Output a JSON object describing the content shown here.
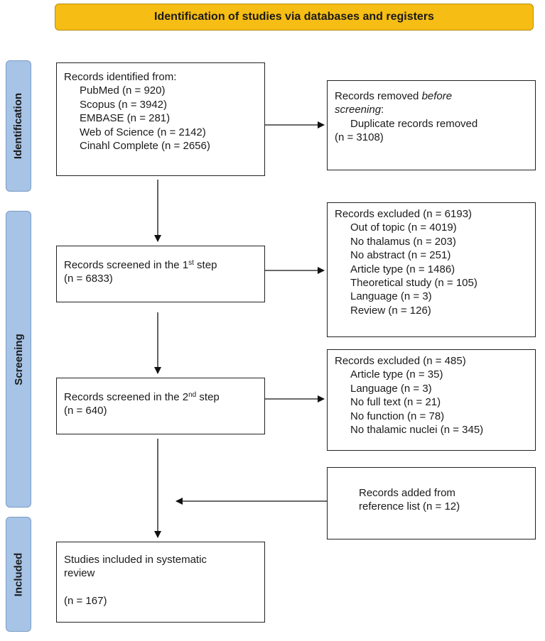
{
  "title": "Identification of studies via databases and registers",
  "stages": {
    "identification": "Identification",
    "screening": "Screening",
    "included": "Included"
  },
  "identified": {
    "heading": "Records identified from:",
    "sources": [
      "PubMed (n = 920)",
      "Scopus (n = 3942)",
      "EMBASE (n = 281)",
      "Web of Science (n = 2142)",
      "Cinahl Complete (n = 2656)"
    ]
  },
  "removed": {
    "heading_start": "Records removed ",
    "heading_em": "before",
    "heading_end": "screening",
    "heading_colon": ":",
    "item": "Duplicate records removed",
    "count": "(n = 3108)"
  },
  "screen1": {
    "text_start": "Records screened in the 1",
    "sup": "st",
    "text_end": " step",
    "count": "(n = 6833)"
  },
  "excluded1": {
    "heading": "Records excluded (n = 6193)",
    "items": [
      "Out of topic (n = 4019)",
      "No thalamus (n = 203)",
      "No abstract (n = 251)",
      "Article type (n = 1486)",
      "Theoretical study (n = 105)",
      "Language (n = 3)",
      "Review (n = 126)"
    ]
  },
  "screen2": {
    "text_start": "Records screened in the 2",
    "sup": "nd",
    "text_end": " step",
    "count": "(n = 640)"
  },
  "excluded2": {
    "heading": "Records excluded (n = 485)",
    "items": [
      "Article type (n = 35)",
      "Language (n = 3)",
      "No full text (n = 21)",
      "No function (n = 78)",
      "No thalamic nuclei (n = 345)"
    ]
  },
  "added": {
    "line1": "Records added from",
    "line2": "reference list (n = 12)"
  },
  "included": {
    "line1": "Studies included in systematic",
    "line2": "review",
    "count": "(n = 167)"
  }
}
